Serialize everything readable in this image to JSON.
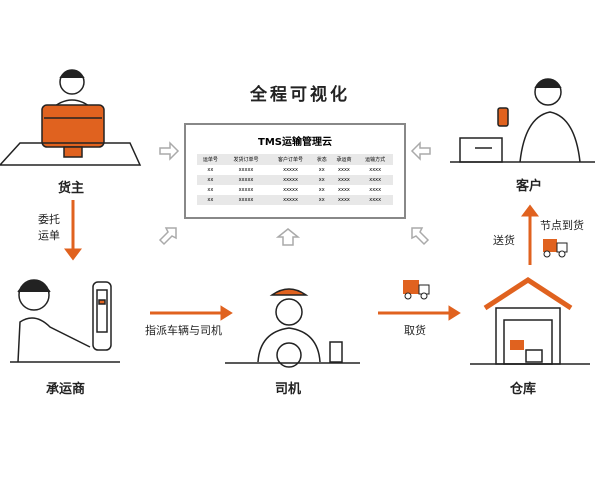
{
  "title": "全程可视化",
  "system": {
    "title": "TMS运输管理云",
    "headers": [
      "运单号",
      "发货订单号",
      "客户订单号",
      "状态",
      "承运商",
      "运输方式"
    ],
    "rows": [
      [
        "xx",
        "xxxxx",
        "xxxxx",
        "xx",
        "xxxx",
        "xxxx"
      ],
      [
        "xx",
        "xxxxx",
        "xxxxx",
        "xx",
        "xxxx",
        "xxxx"
      ],
      [
        "xx",
        "xxxxx",
        "xxxxx",
        "xx",
        "xxxx",
        "xxxx"
      ],
      [
        "xx",
        "xxxxx",
        "xxxxx",
        "xx",
        "xxxx",
        "xxxx"
      ]
    ]
  },
  "nodes": {
    "shipper": "货主",
    "carrier": "承运商",
    "driver": "司机",
    "warehouse": "仓库",
    "customer": "客户"
  },
  "edges": {
    "entrust": "委托\n运单",
    "dispatch": "指派车辆与司机",
    "pickup": "取货",
    "deliver": "送货",
    "checkpoint": "节点到货"
  },
  "colors": {
    "accent": "#e0621f",
    "line": "#222222"
  }
}
